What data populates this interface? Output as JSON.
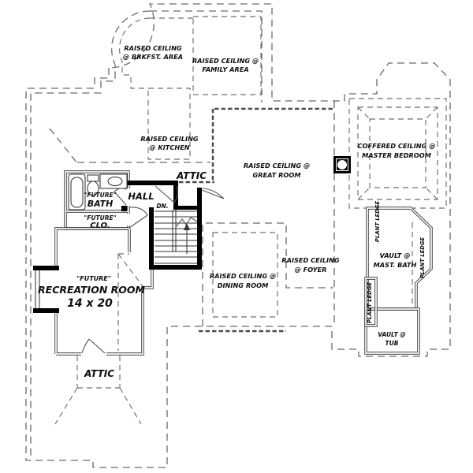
{
  "drawing": {
    "type": "second-floor plan",
    "colors": {
      "background": "#ffffff",
      "walls": "#000000",
      "dashed_lines": "#6a6a6a",
      "text": "#0e0e0e"
    }
  },
  "labels": {
    "brkfst": {
      "line1": "RAISED CEILING",
      "line2": "@ BRKFST. AREA"
    },
    "family": {
      "line1": "RAISED CEILING @",
      "line2": "FAMILY AREA"
    },
    "kitchen": {
      "line1": "RAISED CEILING",
      "line2": "@ KITCHEN"
    },
    "attic_upper": "ATTIC",
    "great": {
      "line1": "RAISED CEILING @",
      "line2": "GREAT ROOM"
    },
    "coffered": {
      "line1": "COFFERED CEILING @",
      "line2": "MASTER BEDROOM"
    },
    "hall": "HALL",
    "dn": "DN.",
    "future_bath": {
      "line1": "\"FUTURE\"",
      "line2": "BATH"
    },
    "future_clo": {
      "line1": "\"FUTURE\"",
      "line2": "CLO."
    },
    "foyer": {
      "line1": "RAISED CEILING",
      "line2": "@ FOYER"
    },
    "dining": {
      "line1": "RAISED CEILING @",
      "line2": "DINING ROOM"
    },
    "rec": {
      "line1": "\"FUTURE\"",
      "line2": "RECREATION ROOM",
      "line3": "14 x 20"
    },
    "mast_bath": {
      "line1": "VAULT @",
      "line2": "MAST. BATH"
    },
    "vault_tub": {
      "line1": "VAULT @",
      "line2": "TUB"
    },
    "plant_ledge_top": "PLANT LEDGE",
    "plant_ledge_right": "PLANT LEDGE",
    "plant_ledge_left": "PLANT LEDGE",
    "attic_lower": "ATTIC"
  }
}
